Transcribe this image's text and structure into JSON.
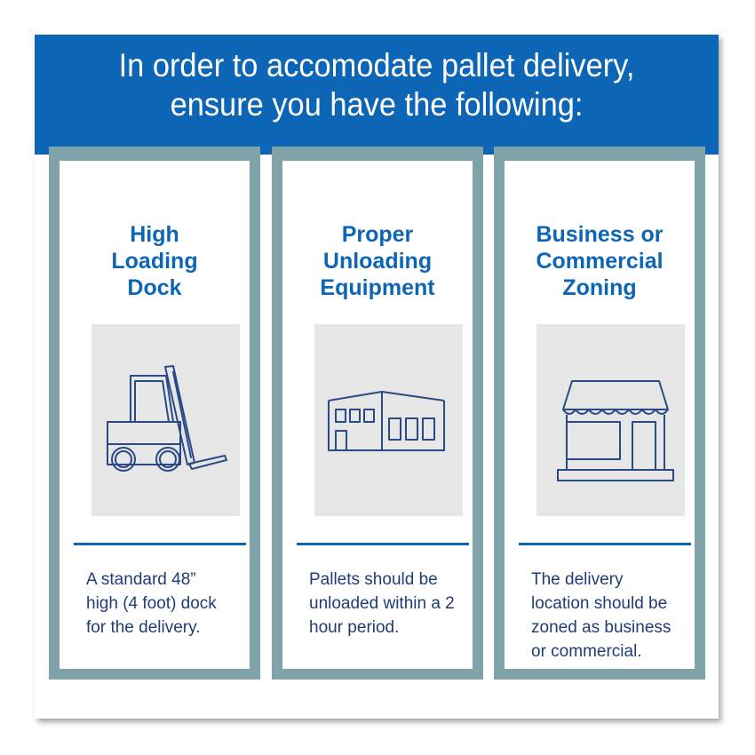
{
  "banner": {
    "title_line1": "In order to accomodate pallet delivery,",
    "title_line2": "ensure you have the following:"
  },
  "cards": [
    {
      "title_lines": [
        "High",
        "Loading",
        "Dock"
      ],
      "icon": "forklift-icon",
      "desc_lines": [
        "A standard 48”",
        "high (4 foot) dock",
        "for the delivery."
      ]
    },
    {
      "title_lines": [
        "Proper",
        "Unloading",
        "Equipment"
      ],
      "icon": "warehouse-icon",
      "desc_lines": [
        "Pallets should be",
        "unloaded within a 2",
        "hour period."
      ]
    },
    {
      "title_lines": [
        "Business or",
        "Commercial",
        "Zoning"
      ],
      "icon": "storefront-icon",
      "desc_lines": [
        "The delivery",
        "location should be",
        "zoned as business",
        "or commercial."
      ]
    }
  ],
  "colors": {
    "brand_blue": "#0d65b5",
    "card_border": "#7fa3a9",
    "icon_background": "#e6e6e6",
    "icon_stroke": "#2a4a86",
    "body_text": "#1f3c78"
  }
}
